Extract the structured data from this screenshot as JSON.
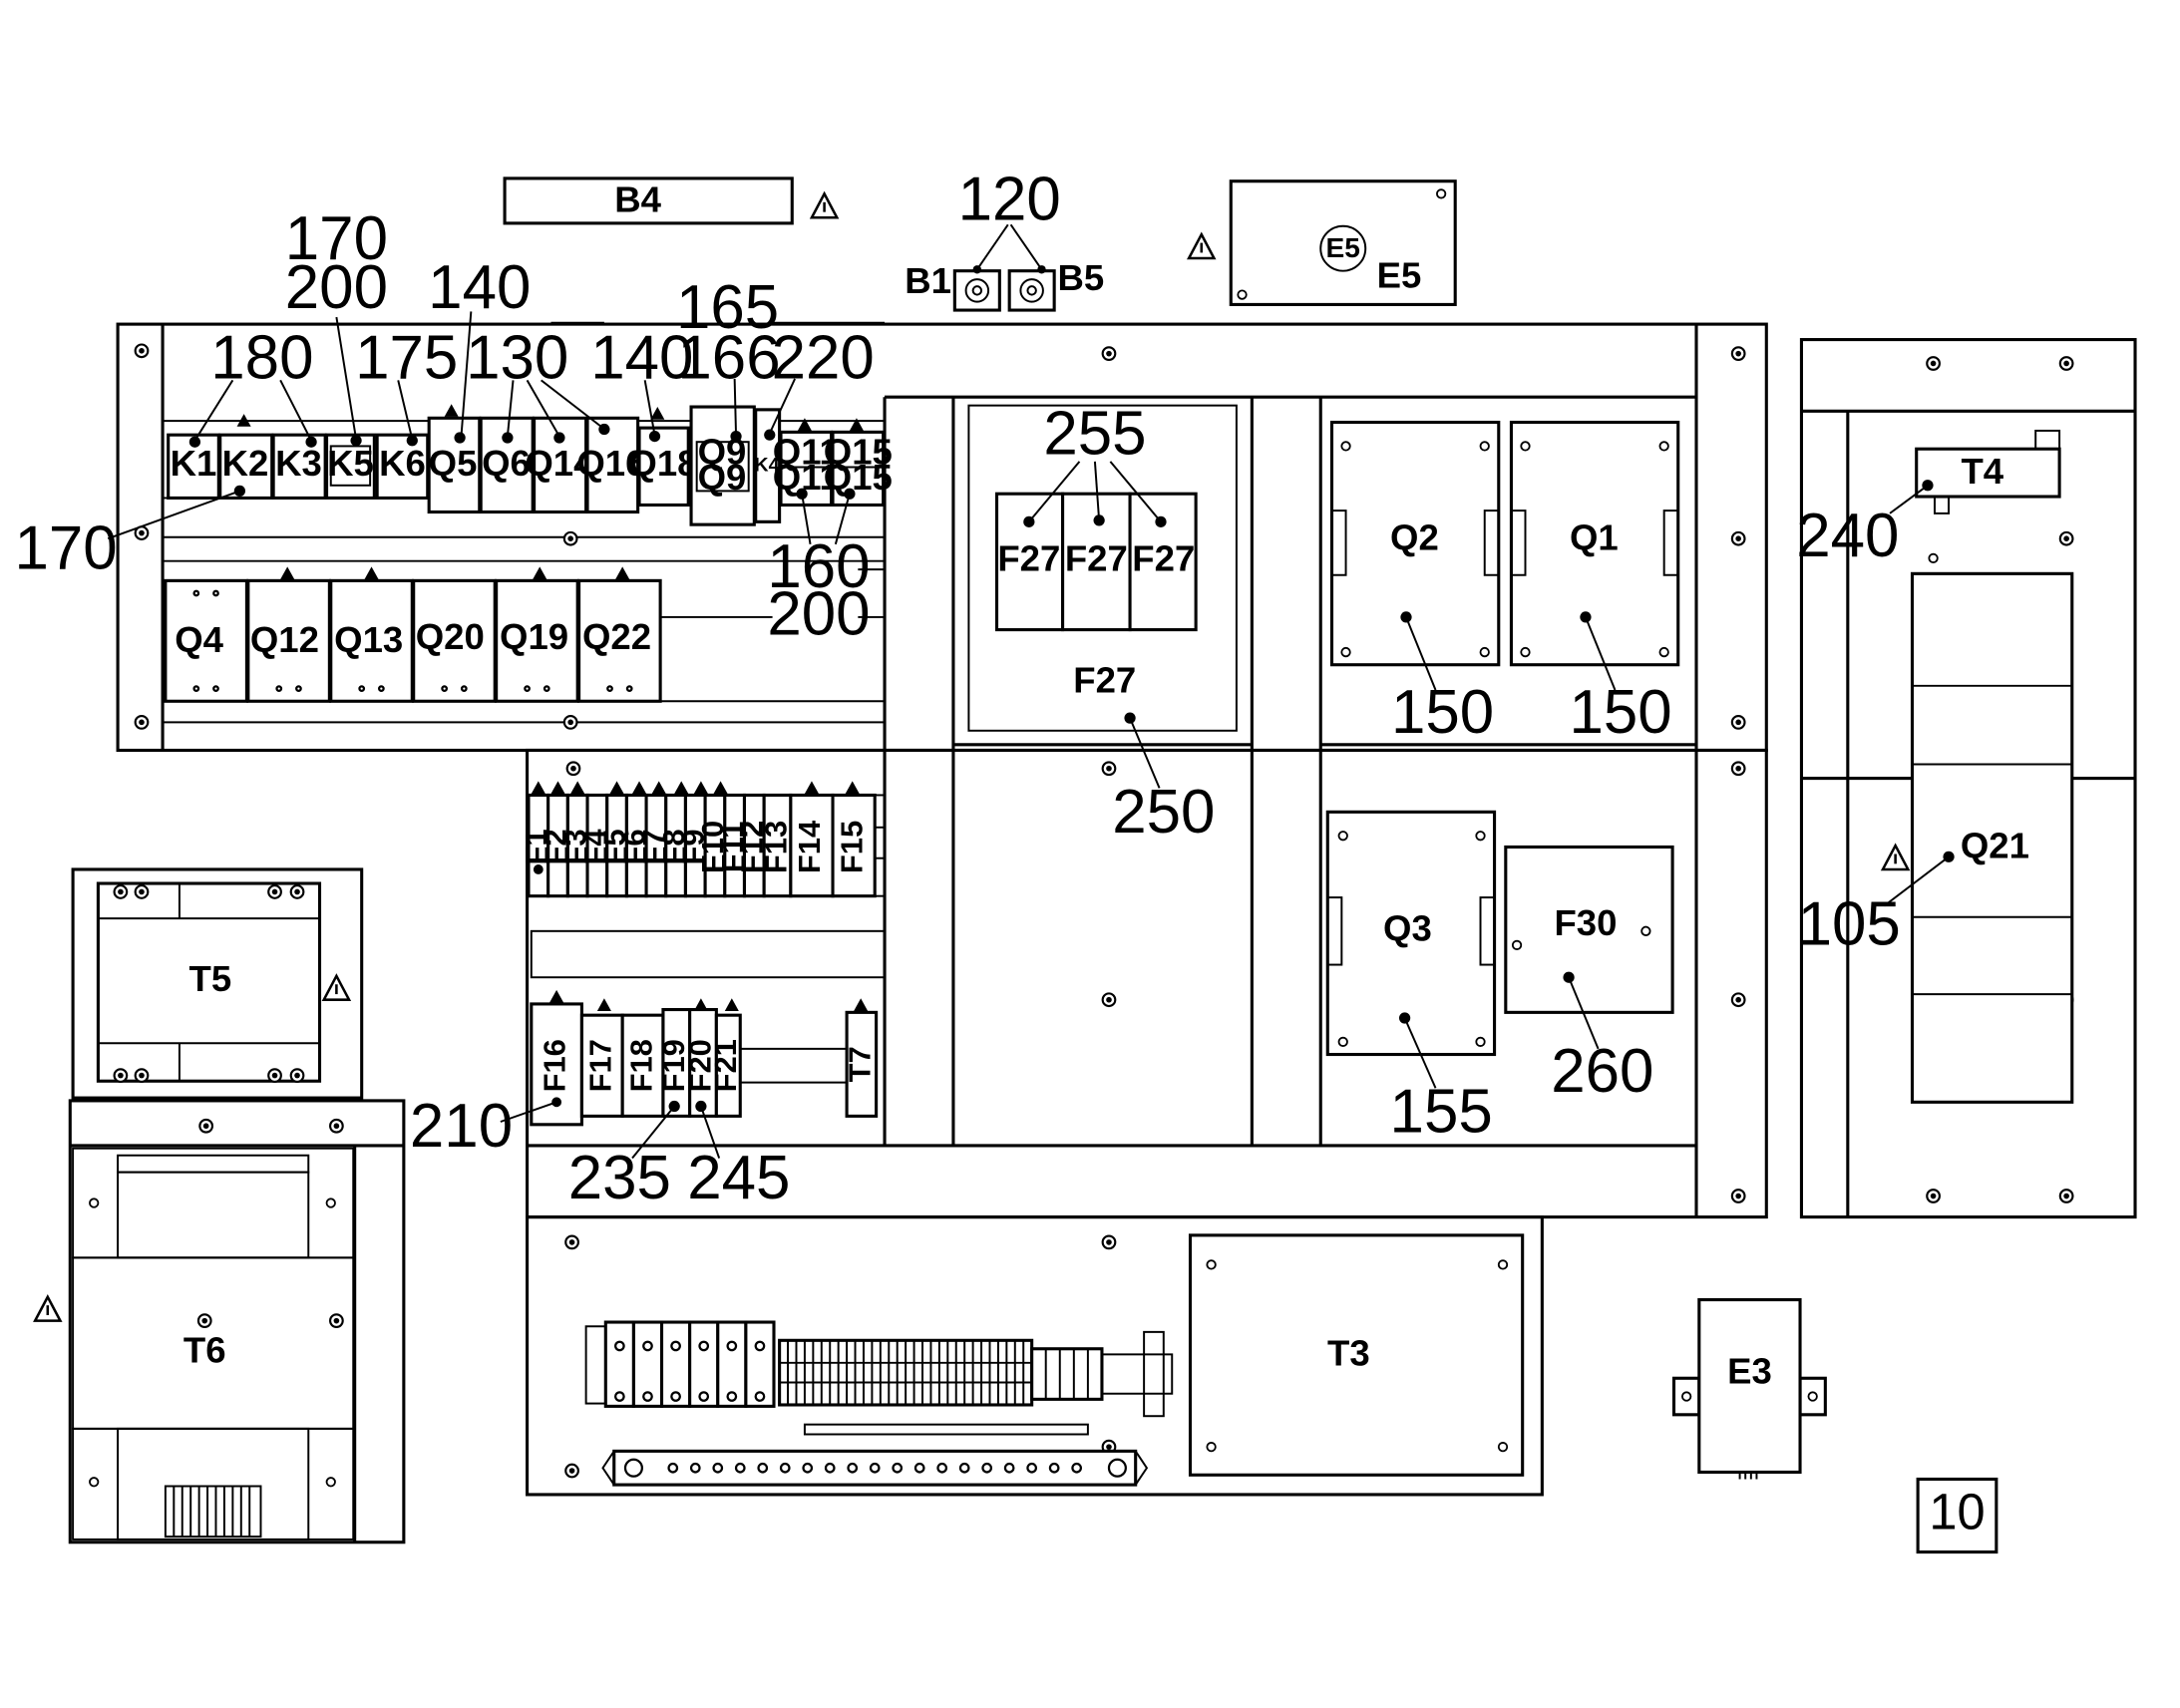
{
  "components": {
    "B4": "B4",
    "B1": "B1",
    "B5": "B5",
    "E5": "E5",
    "E5_symbol": "E5",
    "K1": "K1",
    "K2": "K2",
    "K3": "K3",
    "K5": "K5",
    "K6": "K6",
    "K4": "K4",
    "Q5": "Q5",
    "Q6": "Q6",
    "Q14": "Q14",
    "Q16": "Q16",
    "Q18": "Q18",
    "Q9a": "Q9",
    "Q9b": "Q9",
    "Q11a": "Q11",
    "Q11b": "Q11",
    "Q15a": "Q15",
    "Q15b": "Q15",
    "Q4": "Q4",
    "Q12": "Q12",
    "Q13": "Q13",
    "Q20": "Q20",
    "Q19": "Q19",
    "Q22": "Q22",
    "F27a": "F27",
    "F27b": "F27",
    "F27c": "F27",
    "F27": "F27",
    "Q2": "Q2",
    "Q1": "Q1",
    "Q3": "Q3",
    "F30": "F30",
    "T4": "T4",
    "Q21": "Q21",
    "T5": "T5",
    "T6": "T6",
    "T3": "T3",
    "E3": "E3",
    "T7": "T7",
    "F1": "F1",
    "F2": "F2",
    "F3": "F3",
    "F4": "F4",
    "F5": "F5",
    "F6": "F6",
    "F7": "F7",
    "F8": "F8",
    "F9": "F9",
    "F10": "F10",
    "F11": "F11",
    "F12": "F12",
    "F13": "F13",
    "F14": "F14",
    "F15": "F15",
    "F16": "F16",
    "F17": "F17",
    "F18": "F18",
    "F19": "F19",
    "F20": "F20",
    "F21": "F21"
  },
  "callouts": {
    "c120": "120",
    "c170a": "170",
    "c200a": "200",
    "c140a": "140",
    "c165": "165",
    "c180": "180",
    "c175": "175",
    "c130": "130",
    "c140b": "140",
    "c166": "166",
    "c220": "220",
    "c170b": "170",
    "c255": "255",
    "c160": "160",
    "c200b": "200",
    "c240": "240",
    "c150a": "150",
    "c150b": "150",
    "c250": "250",
    "c105": "105",
    "c155": "155",
    "c260": "260",
    "c210": "210",
    "c235": "235",
    "c245": "245"
  },
  "page_number": "10"
}
